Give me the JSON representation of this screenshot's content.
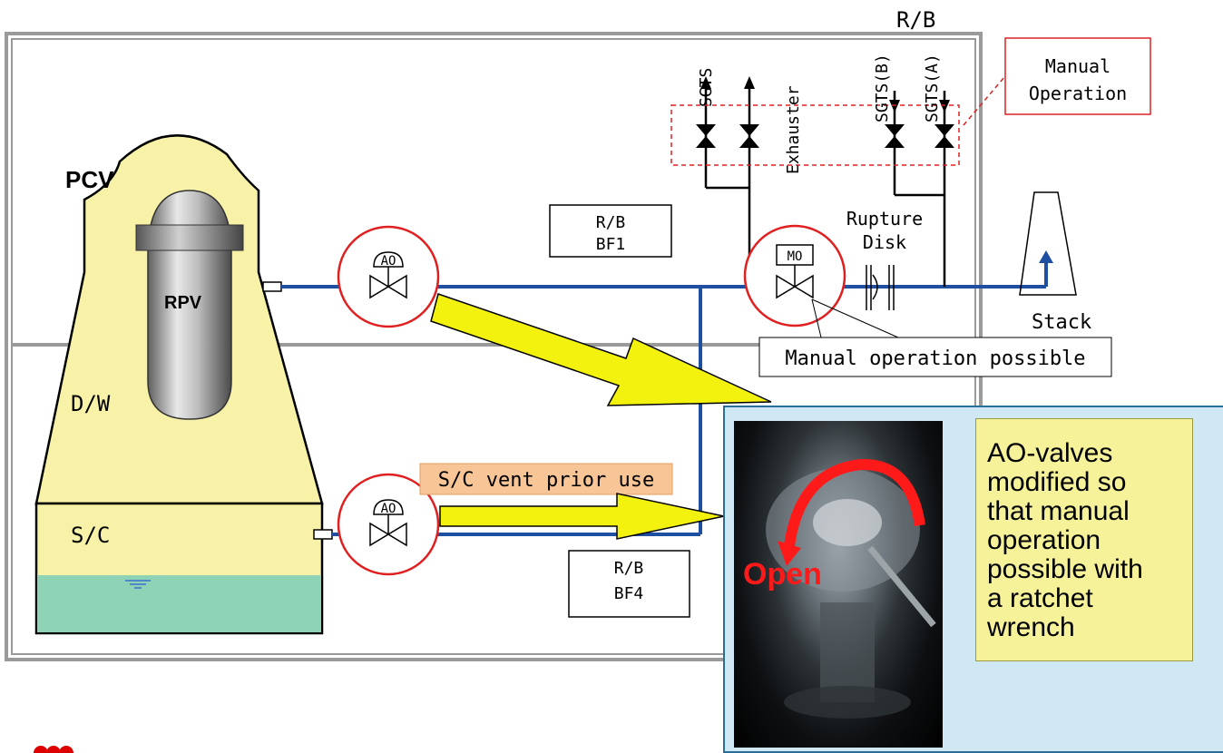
{
  "labels": {
    "rb_top": "R/B",
    "manual_operation_line1": "Manual",
    "manual_operation_line2": "Operation",
    "sgts": "SGTS",
    "exhauster": "Exhauster",
    "sgts_b": "SGTS(B)",
    "sgts_a": "SGTS(A)",
    "pcv": "PCV",
    "rpv": "RPV",
    "dw": "D/W",
    "sc": "S/C",
    "rb_bf1_line1": "R/B",
    "rb_bf1_line2": "BF1",
    "rb_bf4_line1": "R/B",
    "rb_bf4_line2": "BF4",
    "ao_upper": "AO",
    "ao_lower": "AO",
    "mo": "MO",
    "rupture_line1": "Rupture",
    "rupture_line2": "Disk",
    "stack": "Stack",
    "manual_possible": "Manual operation possible",
    "sc_vent": "S/C vent prior use"
  },
  "callout": {
    "photo_label": "Open",
    "note_lines": [
      "AO-valves",
      "modified so",
      "that manual",
      "operation",
      "possible with",
      "a ratchet",
      "wrench"
    ]
  },
  "colors": {
    "pipe": "#1f4fa0",
    "vessel": "#f7f2a8",
    "water": "#8fd3b6",
    "highlight_circle": "#e02020",
    "arrow": "#f2f20e",
    "sc_vent_box": "#f8c596",
    "panel": "#cfe8f4",
    "note": "#f6f29a"
  }
}
